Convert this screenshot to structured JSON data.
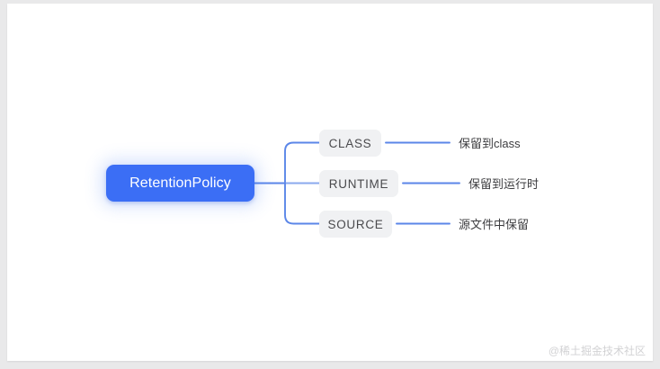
{
  "diagram": {
    "type": "mindmap",
    "orientation": "left-to-right",
    "root": {
      "label": "RetentionPolicy",
      "fill": "#3b6ef5",
      "text_color": "#ffffff"
    },
    "branches": [
      {
        "label": "CLASS",
        "pill_fill": "#f0f1f3",
        "leaf": "保留到class"
      },
      {
        "label": "RUNTIME",
        "pill_fill": "#f0f1f3",
        "leaf": "保留到运行时"
      },
      {
        "label": "SOURCE",
        "pill_fill": "#f0f1f3",
        "leaf": "源文件中保留"
      }
    ],
    "edge_color": "#5b86e8",
    "canvas_background": "#ffffff",
    "page_background": "#e9e9ea"
  },
  "watermark": {
    "text": "@稀土掘金技术社区"
  }
}
